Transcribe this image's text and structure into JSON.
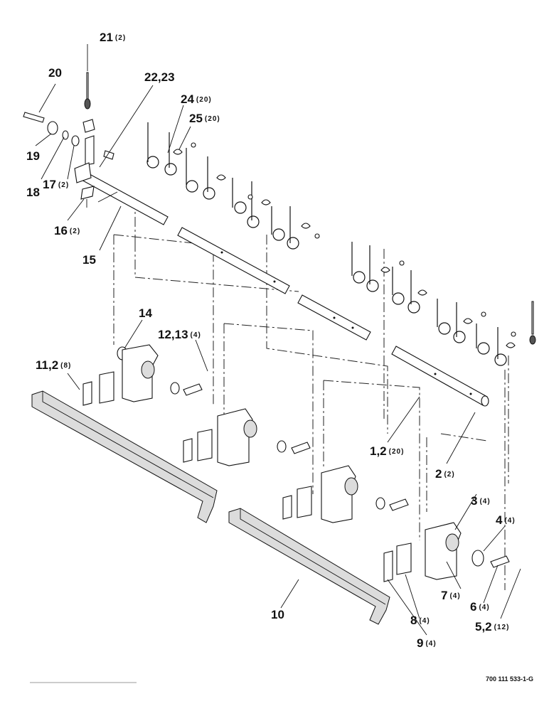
{
  "document_number": "700 111 533-1-G",
  "callouts": [
    {
      "num": "21",
      "qty": "(2)"
    },
    {
      "num": "20",
      "qty": ""
    },
    {
      "num": "22,23",
      "qty": ""
    },
    {
      "num": "24",
      "qty": "(20)"
    },
    {
      "num": "25",
      "qty": "(20)"
    },
    {
      "num": "19",
      "qty": ""
    },
    {
      "num": "18",
      "qty": ""
    },
    {
      "num": "17",
      "qty": "(2)"
    },
    {
      "num": "16",
      "qty": "(2)"
    },
    {
      "num": "15",
      "qty": ""
    },
    {
      "num": "14",
      "qty": ""
    },
    {
      "num": "12,13",
      "qty": "(4)"
    },
    {
      "num": "11,2",
      "qty": "(8)"
    },
    {
      "num": "1,2",
      "qty": "(20)"
    },
    {
      "num": "2",
      "qty": "(2)"
    },
    {
      "num": "3",
      "qty": "(4)"
    },
    {
      "num": "4",
      "qty": "(4)"
    },
    {
      "num": "7",
      "qty": "(4)"
    },
    {
      "num": "6",
      "qty": "(4)"
    },
    {
      "num": "5,2",
      "qty": "(12)"
    },
    {
      "num": "8",
      "qty": "(4)"
    },
    {
      "num": "9",
      "qty": "(4)"
    },
    {
      "num": "10",
      "qty": ""
    }
  ]
}
